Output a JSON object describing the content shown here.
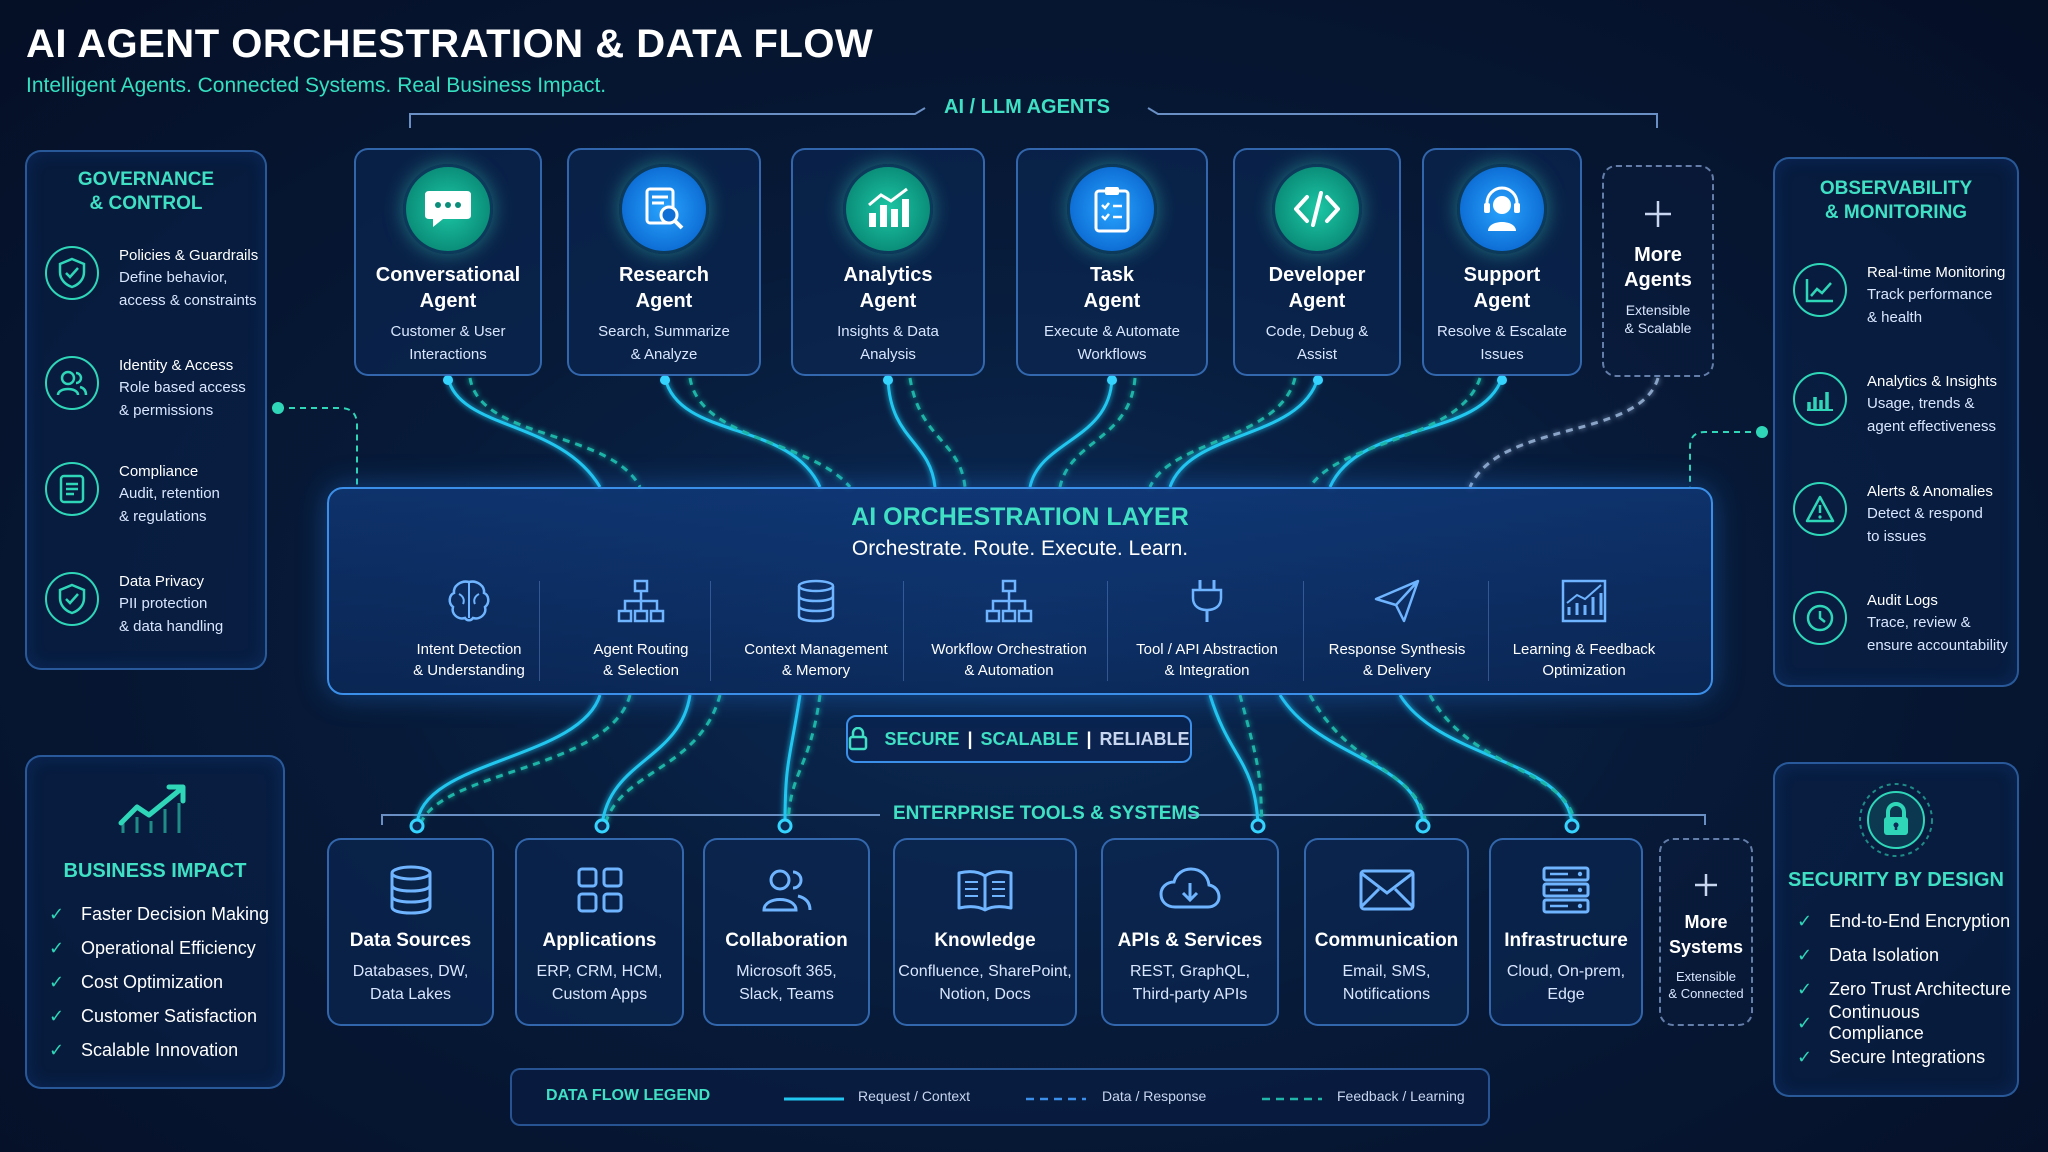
{
  "header": {
    "title": "AI AGENT ORCHESTRATION & DATA FLOW",
    "subtitle": "Intelligent Agents. Connected Systems. Real Business Impact."
  },
  "agents_section": {
    "label": "AI / LLM AGENTS",
    "agents": [
      {
        "title1": "Conversational",
        "title2": "Agent",
        "desc1": "Customer & User",
        "desc2": "Interactions",
        "icon": "chat-icon"
      },
      {
        "title1": "Research",
        "title2": "Agent",
        "desc1": "Search, Summarize",
        "desc2": "& Analyze",
        "icon": "document-search-icon"
      },
      {
        "title1": "Analytics",
        "title2": "Agent",
        "desc1": "Insights & Data",
        "desc2": "Analysis",
        "icon": "bar-chart-icon"
      },
      {
        "title1": "Task",
        "title2": "Agent",
        "desc1": "Execute & Automate",
        "desc2": "Workflows",
        "icon": "clipboard-icon"
      },
      {
        "title1": "Developer",
        "title2": "Agent",
        "desc1": "Code, Debug &",
        "desc2": "Assist",
        "icon": "code-icon"
      },
      {
        "title1": "Support",
        "title2": "Agent",
        "desc1": "Resolve & Escalate",
        "desc2": "Issues",
        "icon": "headset-icon"
      }
    ],
    "more": {
      "title1": "More",
      "title2": "Agents",
      "desc1": "Extensible",
      "desc2": "& Scalable"
    }
  },
  "governance": {
    "title1": "GOVERNANCE",
    "title2": "& CONTROL",
    "items": [
      {
        "h": "Policies & Guardrails",
        "d1": "Define behavior,",
        "d2": "access & constraints",
        "icon": "shield-check-icon"
      },
      {
        "h": "Identity & Access",
        "d1": "Role based access",
        "d2": "& permissions",
        "icon": "users-icon"
      },
      {
        "h": "Compliance",
        "d1": "Audit, retention",
        "d2": "& regulations",
        "icon": "document-icon"
      },
      {
        "h": "Data Privacy",
        "d1": "PII protection",
        "d2": "& data handling",
        "icon": "shield-check-icon"
      }
    ]
  },
  "observability": {
    "title1": "OBSERVABILITY",
    "title2": "& MONITORING",
    "items": [
      {
        "h": "Real-time Monitoring",
        "d1": "Track performance",
        "d2": "& health",
        "icon": "line-chart-icon"
      },
      {
        "h": "Analytics & Insights",
        "d1": "Usage, trends &",
        "d2": "agent effectiveness",
        "icon": "bar-chart-icon"
      },
      {
        "h": "Alerts & Anomalies",
        "d1": "Detect & respond",
        "d2": "to issues",
        "icon": "warning-icon"
      },
      {
        "h": "Audit Logs",
        "d1": "Trace, review &",
        "d2": "ensure accountability",
        "icon": "clock-icon"
      }
    ]
  },
  "orchestration": {
    "title": "AI ORCHESTRATION LAYER",
    "subtitle": "Orchestrate. Route. Execute. Learn.",
    "capabilities": [
      {
        "l1": "Intent Detection",
        "l2": "& Understanding",
        "icon": "brain-icon"
      },
      {
        "l1": "Agent Routing",
        "l2": "& Selection",
        "icon": "hierarchy-icon"
      },
      {
        "l1": "Context Management",
        "l2": "& Memory",
        "icon": "database-icon"
      },
      {
        "l1": "Workflow Orchestration",
        "l2": "& Automation",
        "icon": "workflow-icon"
      },
      {
        "l1": "Tool / API Abstraction",
        "l2": "& Integration",
        "icon": "plug-icon"
      },
      {
        "l1": "Response Synthesis",
        "l2": "& Delivery",
        "icon": "send-icon"
      },
      {
        "l1": "Learning & Feedback",
        "l2": "Optimization",
        "icon": "trend-chart-icon"
      }
    ]
  },
  "secure_pill": {
    "a": "SECURE",
    "sep1": "|",
    "b": "SCALABLE",
    "sep2": "|",
    "c": "RELIABLE"
  },
  "tools_section": {
    "label": "ENTERPRISE TOOLS & SYSTEMS",
    "tools": [
      {
        "t": "Data Sources",
        "d1": "Databases, DW,",
        "d2": "Data Lakes",
        "icon": "database-icon"
      },
      {
        "t": "Applications",
        "d1": "ERP, CRM, HCM,",
        "d2": "Custom Apps",
        "icon": "grid-icon"
      },
      {
        "t": "Collaboration",
        "d1": "Microsoft 365,",
        "d2": "Slack, Teams",
        "icon": "users-icon"
      },
      {
        "t": "Knowledge",
        "d1": "Confluence, SharePoint,",
        "d2": "Notion, Docs",
        "icon": "book-icon"
      },
      {
        "t": "APIs & Services",
        "d1": "REST, GraphQL,",
        "d2": "Third-party APIs",
        "icon": "cloud-icon"
      },
      {
        "t": "Communication",
        "d1": "Email, SMS,",
        "d2": "Notifications",
        "icon": "mail-icon"
      },
      {
        "t": "Infrastructure",
        "d1": "Cloud, On-prem,",
        "d2": "Edge",
        "icon": "server-icon"
      }
    ],
    "more": {
      "t1": "More",
      "t2": "Systems",
      "d1": "Extensible",
      "d2": "& Connected"
    }
  },
  "business_impact": {
    "title": "BUSINESS IMPACT",
    "items": [
      "Faster Decision Making",
      "Operational Efficiency",
      "Cost Optimization",
      "Customer Satisfaction",
      "Scalable Innovation"
    ]
  },
  "security": {
    "title": "SECURITY BY DESIGN",
    "items": [
      "End-to-End Encryption",
      "Data Isolation",
      "Zero Trust Architecture",
      "Continuous Compliance",
      "Secure Integrations"
    ]
  },
  "legend": {
    "title": "DATA FLOW LEGEND",
    "request": "Request / Context",
    "data": "Data / Response",
    "feedback": "Feedback / Learning"
  },
  "colors": {
    "teal": "#3fe0c4",
    "blue": "#28a4ff",
    "background": "#071a38"
  }
}
